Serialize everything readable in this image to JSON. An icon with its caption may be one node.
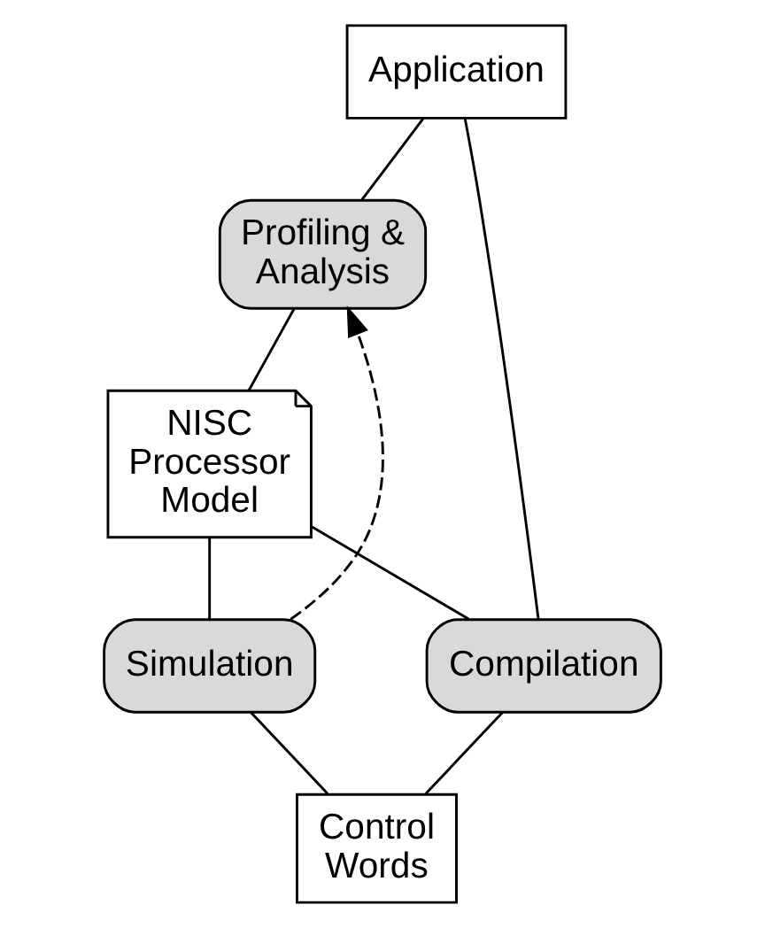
{
  "diagram": {
    "nodes": [
      {
        "text": [
          "Application"
        ]
      },
      {
        "text": [
          "Profiling & Analysis"
        ]
      },
      {
        "text": [
          "NISC Processor Model"
        ]
      },
      {
        "text": [
          "Compilation"
        ]
      },
      {
        "text": [
          "Simulation"
        ]
      },
      {
        "text": [
          "Control Words"
        ]
      }
    ],
    "edges": [
      {
        "from": 0,
        "to": 1,
        "arrow": "none"
      },
      {
        "from": 1,
        "to": 2,
        "arrow": "none"
      },
      {
        "from": 2,
        "to": 3,
        "arrow": "none"
      },
      {
        "from": 2,
        "to": 4,
        "arrow": "none"
      },
      {
        "from": 0,
        "to": 3,
        "arrow": "none"
      },
      {
        "from": 4,
        "to": 1,
        "arrow": "to",
        "style": "dashed"
      },
      {
        "from": 3,
        "to": 5,
        "arrow": "none"
      },
      {
        "from": 4,
        "to": 5,
        "arrow": "none"
      }
    ]
  }
}
